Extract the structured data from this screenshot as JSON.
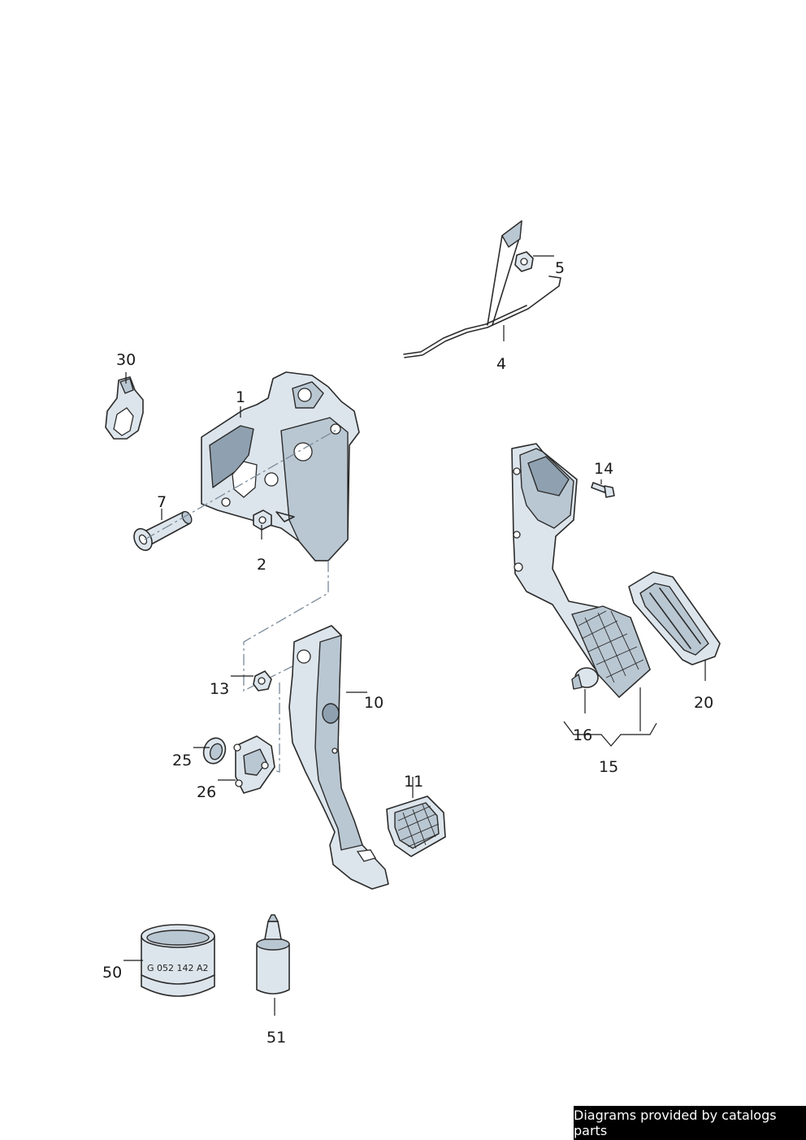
{
  "callouts": {
    "c1": "1",
    "c2": "2",
    "c4": "4",
    "c5": "5",
    "c7": "7",
    "c10": "10",
    "c11": "11",
    "c13": "13",
    "c14": "14",
    "c15": "15",
    "c16": "16",
    "c20": "20",
    "c25": "25",
    "c26": "26",
    "c30": "30",
    "c50": "50",
    "c51": "51"
  },
  "parts": {
    "sleeve_marking": "G 052 142 A2"
  },
  "footer": {
    "credit": "Diagrams provided by catalogs parts"
  },
  "colors": {
    "part_light": "#dde5ec",
    "part_mid": "#b9c7d2",
    "outline": "#2b2b2b",
    "footer_bg": "#000000"
  }
}
